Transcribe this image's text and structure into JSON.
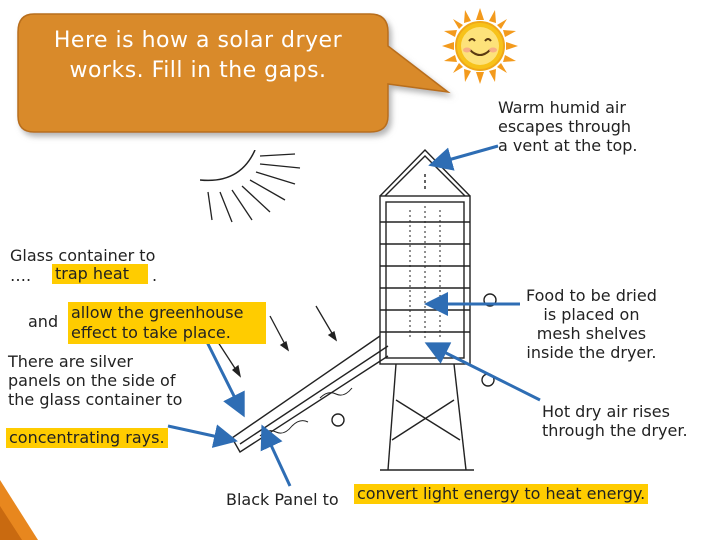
{
  "bubble": {
    "line1": "Here is how a solar dryer",
    "line2": "works. Fill in the gaps."
  },
  "labels": {
    "warm_air": [
      "Warm humid air",
      "escapes through",
      "a vent at the top."
    ],
    "glass_line1": "Glass container to",
    "glass_dots": "….",
    "glass_answer1": "trap heat",
    "glass_period": ".",
    "glass_and": "and",
    "glass_answer2_line1": "allow the greenhouse",
    "glass_answer2_line2": "effect to take place.",
    "silver": [
      "There are silver",
      "panels on the side of",
      "the glass container to"
    ],
    "silver_answer": "concentrating rays.",
    "food": [
      "Food to be dried",
      "is placed on",
      "mesh shelves",
      "inside the dryer."
    ],
    "hot_air": [
      "Hot dry air rises",
      "through the dryer."
    ],
    "black_panel": "Black Panel to",
    "black_answer": "convert light energy to heat energy."
  },
  "colors": {
    "bubble_fill": "#d98a2b",
    "highlight": "#ffcc00",
    "arrow": "#2e6db4",
    "sun_fill": "#f7c21a",
    "sun_ray": "#f39a1c"
  }
}
